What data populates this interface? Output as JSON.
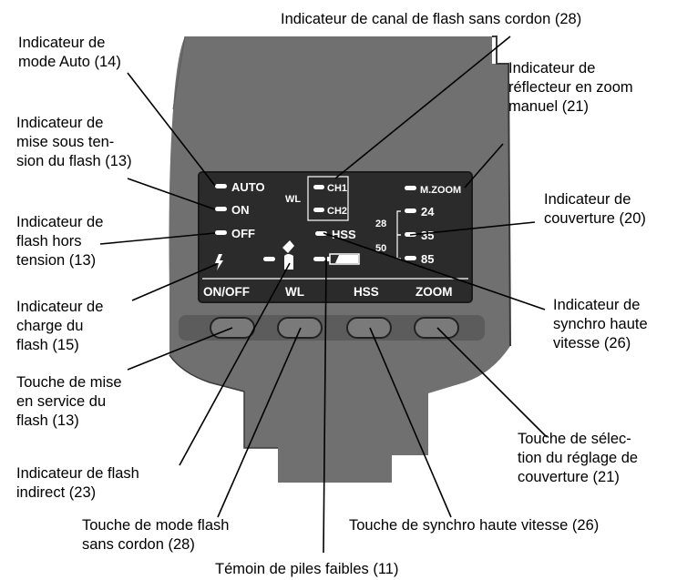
{
  "panel": {
    "leds": {
      "auto": "AUTO",
      "on": "ON",
      "off": "OFF",
      "wl": "WL",
      "ch1": "CH1",
      "ch2": "CH2",
      "hss": "HSS",
      "mzoom": "M.ZOOM",
      "z24": "24",
      "z35": "35",
      "z85": "85",
      "bracket28": "28",
      "bracket50": "50"
    },
    "buttons": {
      "onoff": "ON/OFF",
      "wl": "WL",
      "hss": "HSS",
      "zoom": "ZOOM"
    }
  },
  "callouts": {
    "wireless_channel": [
      "Indicateur de canal de flash sans cordon (28)"
    ],
    "auto_mode": [
      "Indicateur de",
      "mode Auto (14)"
    ],
    "power_on": [
      "Indicateur de",
      "mise sous ten-",
      "sion du flash (13)"
    ],
    "power_off": [
      "Indicateur de",
      "flash hors",
      "tension (13)"
    ],
    "charge": [
      "Indicateur de",
      "charge du",
      "flash (15)"
    ],
    "power_button": [
      "Touche de mise",
      "en service du",
      "flash (13)"
    ],
    "bounce": [
      "Indicateur de flash",
      "indirect (23)"
    ],
    "wireless_button": [
      "Touche de mode flash",
      "sans cordon (28)"
    ],
    "low_battery": [
      "Témoin de piles faibles (11)"
    ],
    "hss_button": [
      "Touche de synchro haute vitesse (26)"
    ],
    "coverage_button": [
      "Touche de sélec-",
      "tion du réglage de",
      "couverture (21)"
    ],
    "hss_indicator": [
      "Indicateur de",
      "synchro haute",
      "vitesse (26)"
    ],
    "coverage_indicator": [
      "Indicateur de",
      "couverture (20)"
    ],
    "manual_zoom": [
      "Indicateur de",
      "réflecteur en  zoom",
      "manuel (21)"
    ]
  }
}
